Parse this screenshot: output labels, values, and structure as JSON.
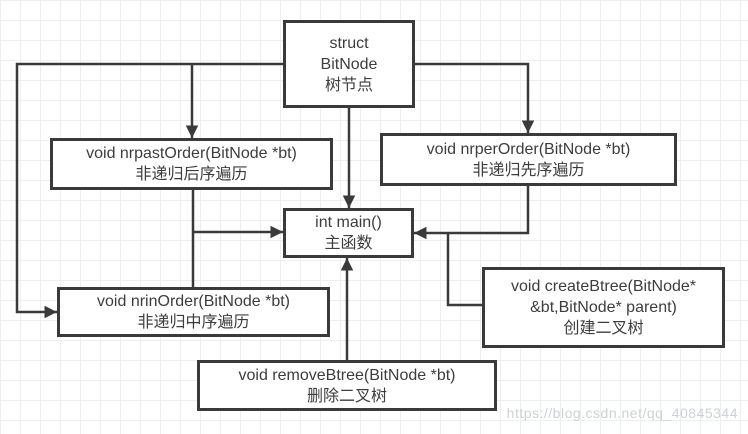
{
  "colors": {
    "stroke": "#3a3a3a",
    "text": "#3d3d3d",
    "grid": "#eceef0",
    "background": "#ffffff",
    "watermark": "#ccd1d8"
  },
  "nodes": {
    "struct_bitnode": {
      "lines": [
        "struct",
        "BitNode",
        "树节点"
      ]
    },
    "nrpastorder": {
      "lines": [
        "void nrpastOrder(BitNode *bt)",
        "非递归后序遍历"
      ]
    },
    "nrperorder": {
      "lines": [
        "void nrperOrder(BitNode *bt)",
        "非递归先序遍历"
      ]
    },
    "main": {
      "lines": [
        "int main()",
        "主函数"
      ]
    },
    "nrinorder": {
      "lines": [
        "void nrinOrder(BitNode *bt)",
        "非递归中序遍历"
      ]
    },
    "createbtree": {
      "lines": [
        "void createBtree(BitNode*",
        "&bt,BitNode* parent)",
        "创建二叉树"
      ]
    },
    "removebtree": {
      "lines": [
        "void removeBtree(BitNode *bt)",
        "删除二叉树"
      ]
    }
  },
  "edges": [
    {
      "from": "struct BitNode",
      "to": "void nrpastOrder(BitNode *bt)"
    },
    {
      "from": "struct BitNode",
      "to": "void nrinOrder(BitNode *bt)"
    },
    {
      "from": "struct BitNode",
      "to": "void nrperOrder(BitNode *bt)"
    },
    {
      "from": "struct BitNode",
      "to": "int main()"
    },
    {
      "from": "void nrpastOrder(BitNode *bt) / void nrinOrder(BitNode *bt)",
      "to": "int main()"
    },
    {
      "from": "void nrperOrder(BitNode *bt)",
      "to": "int main()"
    },
    {
      "from": "void createBtree(BitNode* &bt,BitNode* parent)",
      "to": "int main()"
    },
    {
      "from": "void removeBtree(BitNode *bt)",
      "to": "int main()"
    }
  ],
  "watermark": "https://blog.csdn.net/qq_40845344"
}
